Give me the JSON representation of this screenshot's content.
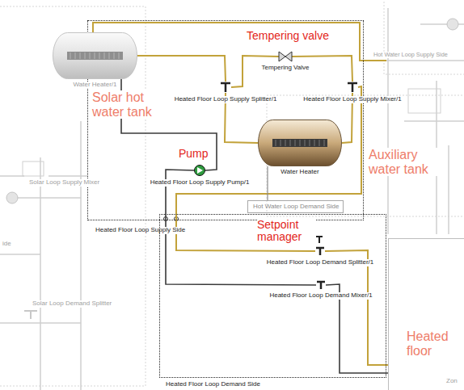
{
  "diagram": {
    "nodes": [
      {
        "text": [
          "Heated Floor Loop Supply Side"
        ]
      },
      {
        "text": [
          "Water Heater/1"
        ]
      },
      {
        "text": [
          "Heated Floor Loop Supply Splitter/1"
        ],
        "in": 0
      },
      {
        "text": [
          "Tempering Valve"
        ],
        "in": 0
      },
      {
        "text": [
          "Heated Floor Loop Supply Mixer/1"
        ],
        "in": 0
      },
      {
        "text": [
          "Water Heater"
        ],
        "in": 0
      },
      {
        "text": [
          "Heated Floor Loop Supply Pump/1"
        ],
        "in": 0
      },
      {
        "text": [
          "Hot Water Loop Demand Side"
        ],
        "in": 0
      },
      {
        "text": [
          "Heated Floor Loop Demand Side"
        ]
      },
      {
        "text": [
          "Heated Floor Loop Demand Splitter/1"
        ],
        "in": 8
      },
      {
        "text": [
          "Heated Floor Loop Demand Mixer/1"
        ],
        "in": 8
      },
      {
        "text": [
          "Heated floor"
        ]
      }
    ],
    "edges": [
      {
        "from": 1,
        "to": 2,
        "arrow": "none"
      },
      {
        "from": 2,
        "to": 3,
        "arrow": "none"
      },
      {
        "from": 3,
        "to": 4,
        "arrow": "none"
      },
      {
        "from": 2,
        "to": 5,
        "arrow": "none"
      },
      {
        "from": 5,
        "to": 4,
        "arrow": "none"
      },
      {
        "from": 4,
        "to": 9,
        "arrow": "none"
      },
      {
        "from": 9,
        "to": 11,
        "arrow": "none"
      },
      {
        "from": 11,
        "to": 10,
        "arrow": "none"
      },
      {
        "from": 10,
        "to": 6,
        "arrow": "none"
      },
      {
        "from": 6,
        "to": 1,
        "arrow": "none"
      },
      {
        "from": 5,
        "to": 7,
        "arrow": "none"
      }
    ],
    "labels": [
      "Tempering valve",
      "Solar hot water tank",
      "Pump",
      "Auxiliary water tank",
      "Setpoint manager",
      "Hot Water Loop Supply Side",
      "Solar Loop Supply Mixer",
      "Solar Loop Demand Splitter",
      "ide",
      "Zon"
    ]
  }
}
